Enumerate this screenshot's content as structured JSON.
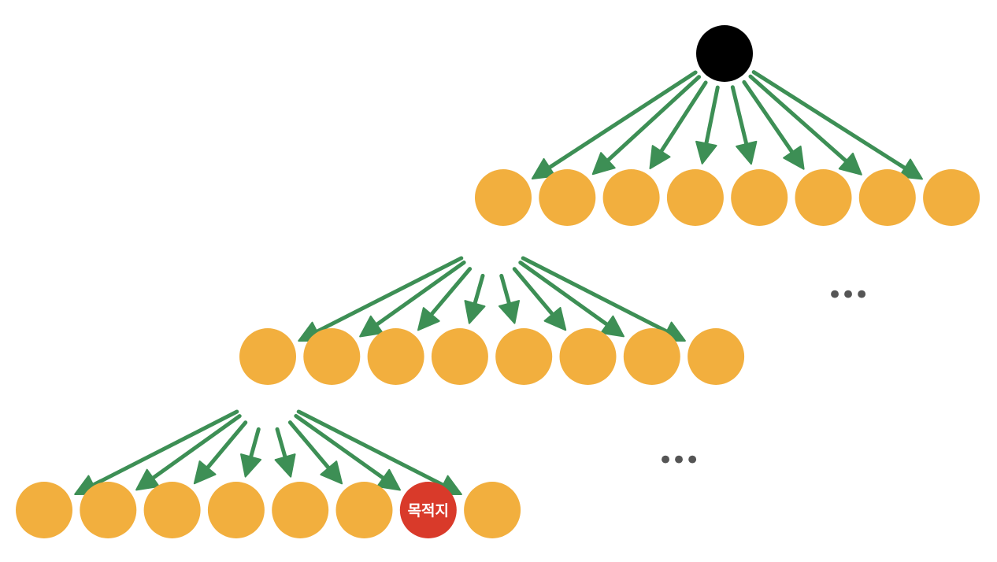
{
  "colors": {
    "root_node": "#000000",
    "node": "#f2af3e",
    "target_node": "#d93a2a",
    "arrow": "#3d8f55",
    "ellipsis": "#555555"
  },
  "tree": {
    "branching_factor": 8,
    "levels_shown": 3,
    "target_level": 3,
    "target_index": 7,
    "target_label": "목적지"
  },
  "ellipsis": {
    "upper": "•••",
    "lower": "•••"
  }
}
